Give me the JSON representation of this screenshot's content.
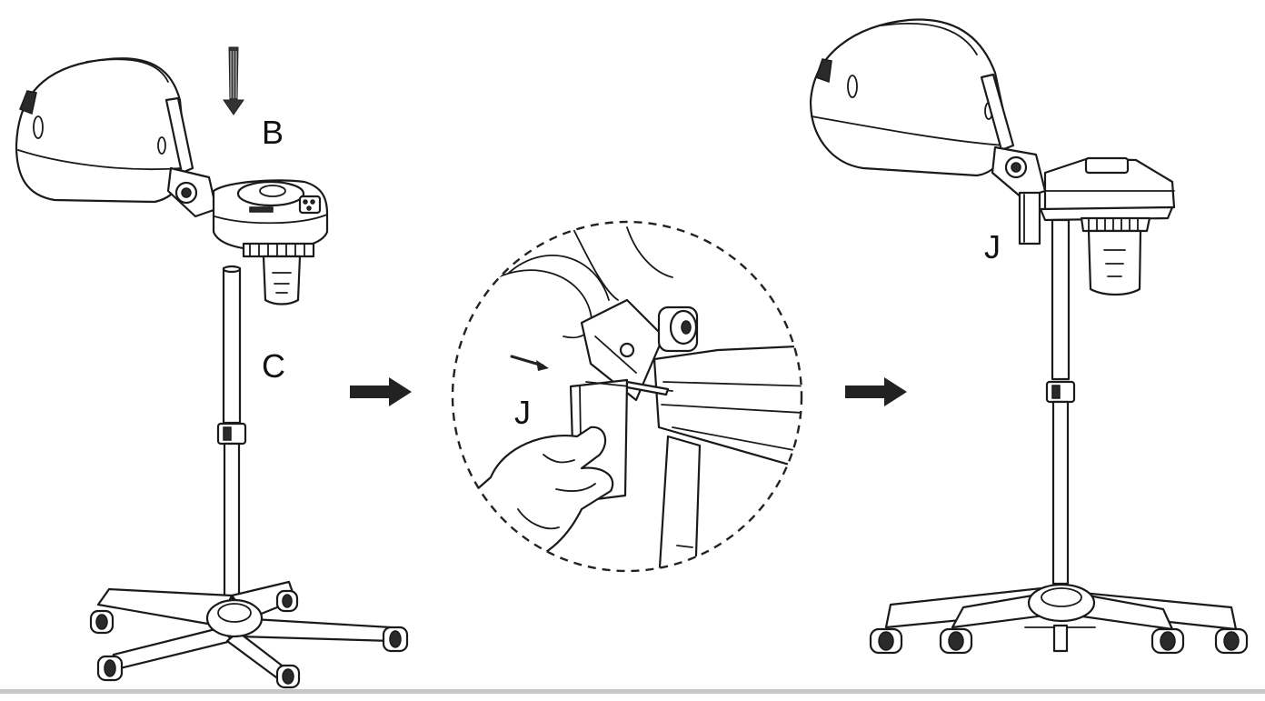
{
  "labels": {
    "step1_top": "B",
    "step1_bottom": "C",
    "step2_detail": "J",
    "step3": "J"
  },
  "colors": {
    "line": "#1a1a1a",
    "fill": "#ffffff",
    "bottom_rule": "#c8c8c8"
  }
}
